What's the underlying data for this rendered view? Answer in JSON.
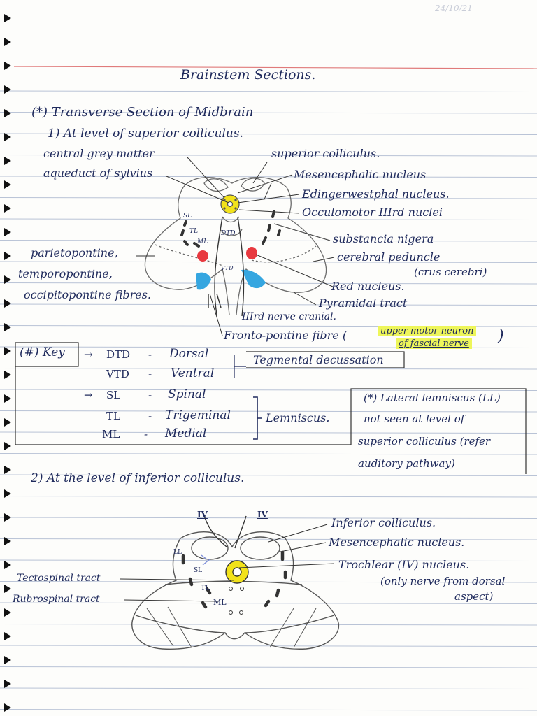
{
  "page": {
    "date": "24/10/21",
    "title": "Brainstem Sections.",
    "section_heading": "(*) Transverse Section of Midbrain",
    "level1_heading": "1) At level of superior colliculus.",
    "level2_heading": "2) At the level of inferior colliculus."
  },
  "diagram1": {
    "labels_left": [
      "central grey matter",
      "aqueduct of sylvius",
      "parietopontine,",
      "temporopontine,",
      "occipitopontine fibres."
    ],
    "labels_right": [
      "superior colliculus.",
      "Mesencephalic nucleus",
      "Edingerwestphal nucleus.",
      "Occulomotor IIIrd nuclei",
      "substancia nigera",
      "cerebral peduncle",
      "(crus cerebri)",
      "Red nucleus.",
      "Pyramidal tract"
    ],
    "labels_bottom": [
      "IIIrd nerve cranial.",
      "Fronto-pontine fibre ("
    ],
    "highlight_note": [
      "upper motor neuron",
      "of fascial nerve"
    ],
    "closing_paren": ")",
    "inside_labels": [
      "SL",
      "TL",
      "ML",
      "DTD",
      "VTD"
    ],
    "colors": {
      "yellow": "#f2e21a",
      "red": "#e8393f",
      "blue": "#35a6e0",
      "highlight": "#eef65a"
    }
  },
  "key": {
    "label": "(#) Key",
    "rows": [
      {
        "arrow": "→",
        "abbr": "DTD",
        "dash": "-",
        "term": "Dorsal"
      },
      {
        "arrow": "",
        "abbr": "VTD",
        "dash": "-",
        "term": "Ventral"
      },
      {
        "arrow": "→",
        "abbr": "SL",
        "dash": "-",
        "term": "Spinal"
      },
      {
        "arrow": "",
        "abbr": "TL",
        "dash": "-",
        "term": "Trigeminal"
      },
      {
        "arrow": "",
        "abbr": "ML",
        "dash": "-",
        "term": "Medial"
      }
    ],
    "group1": "Tegmental decussation",
    "group2": "Lemniscus.",
    "note": [
      "(*) Lateral lemniscus (LL)",
      "not seen at level of",
      "superior colliculus (refer",
      "auditory pathway)"
    ]
  },
  "diagram2": {
    "top_labels": [
      "IV",
      "IV"
    ],
    "labels_right": [
      "Inferior colliculus.",
      "Mesencephalic nucleus.",
      "Trochlear (IV) nucleus.",
      "(only nerve from dorsal",
      "aspect)"
    ],
    "labels_left": [
      "Tectospinal tract",
      "Rubrospinal tract"
    ],
    "inside_labels": [
      "LL",
      "SL",
      "TL",
      "ML"
    ]
  }
}
